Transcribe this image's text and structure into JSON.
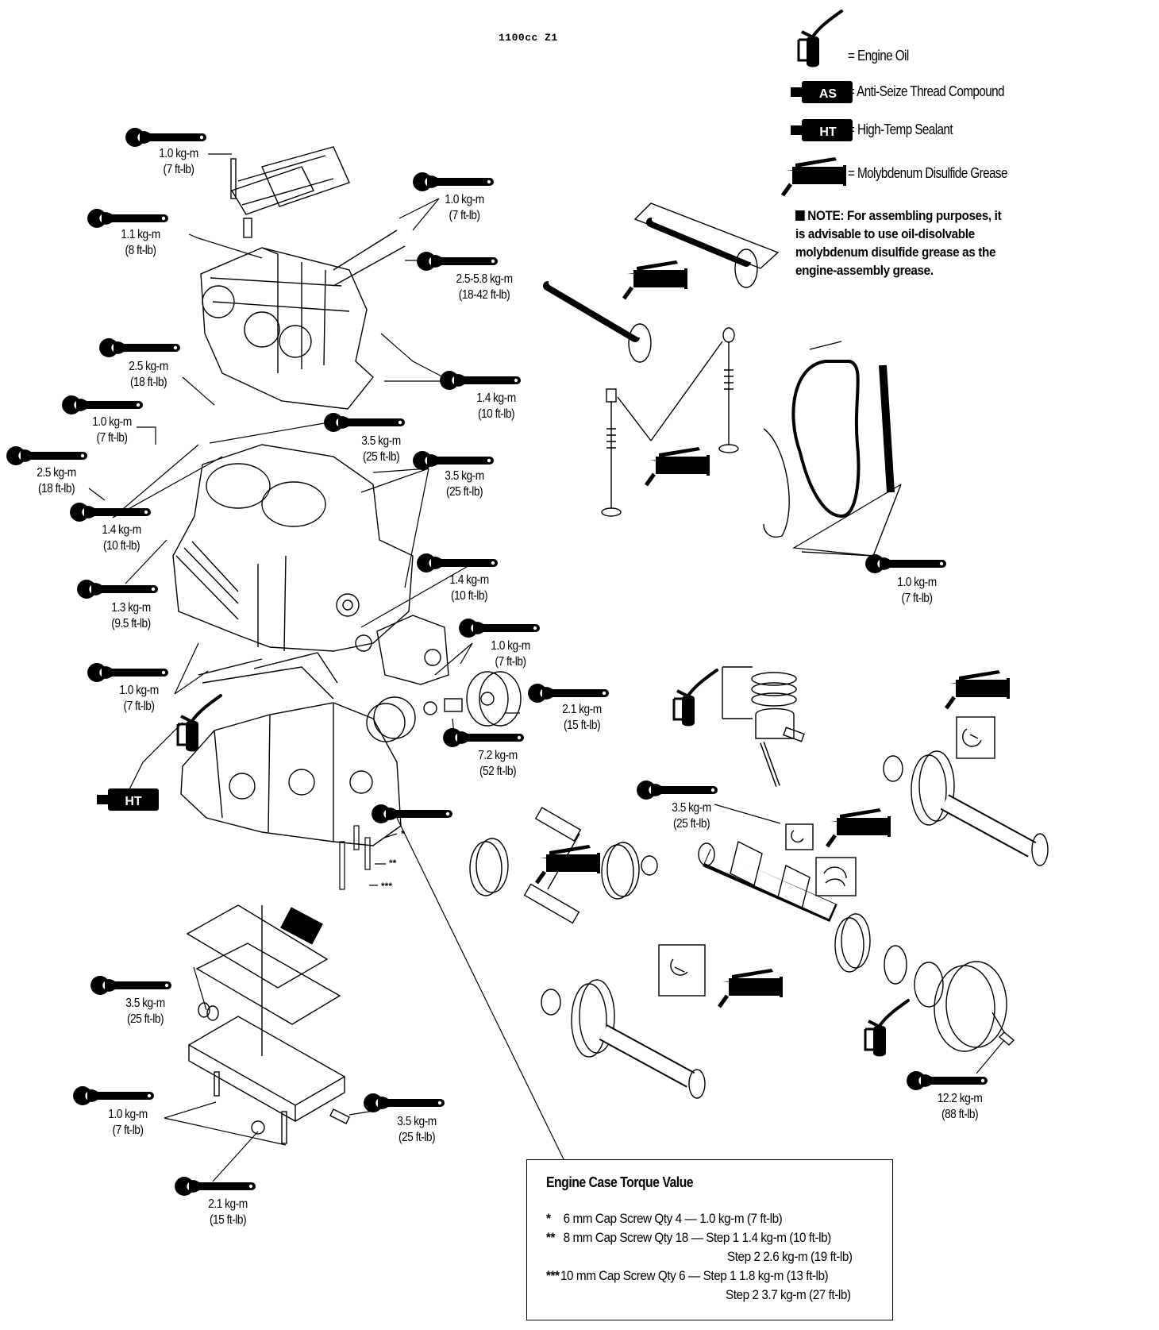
{
  "header": {
    "title": "1100cc Z1"
  },
  "legend": {
    "items": [
      {
        "icon": "oil-can-icon",
        "label": "= Engine Oil"
      },
      {
        "icon": "anti-seize-tube-icon",
        "badge": "AS",
        "label": "= Anti-Seize Thread Compound"
      },
      {
        "icon": "high-temp-tube-icon",
        "badge": "HT",
        "label": "= High-Temp Sealant"
      },
      {
        "icon": "grease-gun-icon",
        "label": "= Molybdenum Disulfide Grease"
      }
    ],
    "note_lines": [
      "NOTE: For assembling purposes, it",
      "is advisable to use oil-disolvable",
      "molybdenum disulfide grease as the",
      "engine-assembly grease."
    ]
  },
  "torque_callouts": [
    {
      "id": "valve-cover-bolt",
      "kgm": "1.0 kg-m",
      "ftlb": "(7 ft-lb)"
    },
    {
      "id": "cam-cap-nut",
      "kgm": "1.0 kg-m",
      "ftlb": "(7 ft-lb)"
    },
    {
      "id": "oil-gallery-plug",
      "kgm": "1.1 kg-m",
      "ftlb": "(8 ft-lb)"
    },
    {
      "id": "head-bolt",
      "kgm": "2.5-5.8 kg-m",
      "ftlb": "(18-42 ft-lb)"
    },
    {
      "id": "head-stud-nut",
      "kgm": "2.5 kg-m",
      "ftlb": "(18 ft-lb)"
    },
    {
      "id": "head-side-bolt",
      "kgm": "1.4 kg-m",
      "ftlb": "(10 ft-lb)"
    },
    {
      "id": "fitting-screw",
      "kgm": "1.0 kg-m",
      "ftlb": "(7 ft-lb)"
    },
    {
      "id": "banjo-bolt",
      "kgm": "3.5 kg-m",
      "ftlb": "(25 ft-lb)"
    },
    {
      "id": "oil-pressure-switch",
      "kgm": "2.5 kg-m",
      "ftlb": "(18 ft-lb)"
    },
    {
      "id": "block-plugs",
      "kgm": "3.5 kg-m",
      "ftlb": "(25 ft-lb)"
    },
    {
      "id": "block-bolts-left",
      "kgm": "1.4 kg-m",
      "ftlb": "(10 ft-lb)"
    },
    {
      "id": "block-drain",
      "kgm": "1.3 kg-m",
      "ftlb": "(9.5 ft-lb)"
    },
    {
      "id": "oil-pump-gear",
      "kgm": "1.4 kg-m",
      "ftlb": "(10 ft-lb)"
    },
    {
      "id": "oil-pump-screws",
      "kgm": "1.0 kg-m",
      "ftlb": "(7 ft-lb)"
    },
    {
      "id": "crankcase-bolts",
      "kgm": "1.0 kg-m",
      "ftlb": "(7 ft-lb)"
    },
    {
      "id": "oil-filter",
      "kgm": "2.1 kg-m",
      "ftlb": "(15 ft-lb)"
    },
    {
      "id": "filter-union",
      "kgm": "7.2 kg-m",
      "ftlb": "(52 ft-lb)"
    },
    {
      "id": "cam-chain-guide",
      "kgm": "1.0 kg-m",
      "ftlb": "(7 ft-lb)"
    },
    {
      "id": "conrod-nut",
      "kgm": "3.5 kg-m",
      "ftlb": "(25 ft-lb)"
    },
    {
      "id": "oil-pan-plug",
      "kgm": "3.5 kg-m",
      "ftlb": "(25 ft-lb)"
    },
    {
      "id": "oil-pan-bolts",
      "kgm": "1.0 kg-m",
      "ftlb": "(7 ft-lb)"
    },
    {
      "id": "oil-pan-fitting",
      "kgm": "3.5 kg-m",
      "ftlb": "(25 ft-lb)"
    },
    {
      "id": "drain-plug",
      "kgm": "2.1 kg-m",
      "ftlb": "(15 ft-lb)"
    },
    {
      "id": "rotor-bolt",
      "kgm": "12.2 kg-m",
      "ftlb": "(88 ft-lb)"
    }
  ],
  "case_bolt_markers": [
    "*",
    "**",
    "***"
  ],
  "sealant_badge": "HT",
  "engine_case_torque": {
    "title": "Engine Case Torque Value",
    "rows": [
      {
        "marker": "*",
        "text": "6 mm Cap Screw Qty 4 — 1.0 kg-m (7 ft-lb)"
      },
      {
        "marker": "**",
        "text": "8 mm Cap Screw Qty 18 — Step 1  1.4 kg-m (10 ft-lb)"
      },
      {
        "marker": "",
        "text": "Step 2  2.6 kg-m (19 ft-lb)"
      },
      {
        "marker": "***",
        "text": "10 mm Cap Screw Qty 6 — Step 1  1.8 kg-m (13 ft-lb)"
      },
      {
        "marker": "",
        "text": "Step 2  3.7 kg-m (27 ft-lb)"
      }
    ]
  }
}
